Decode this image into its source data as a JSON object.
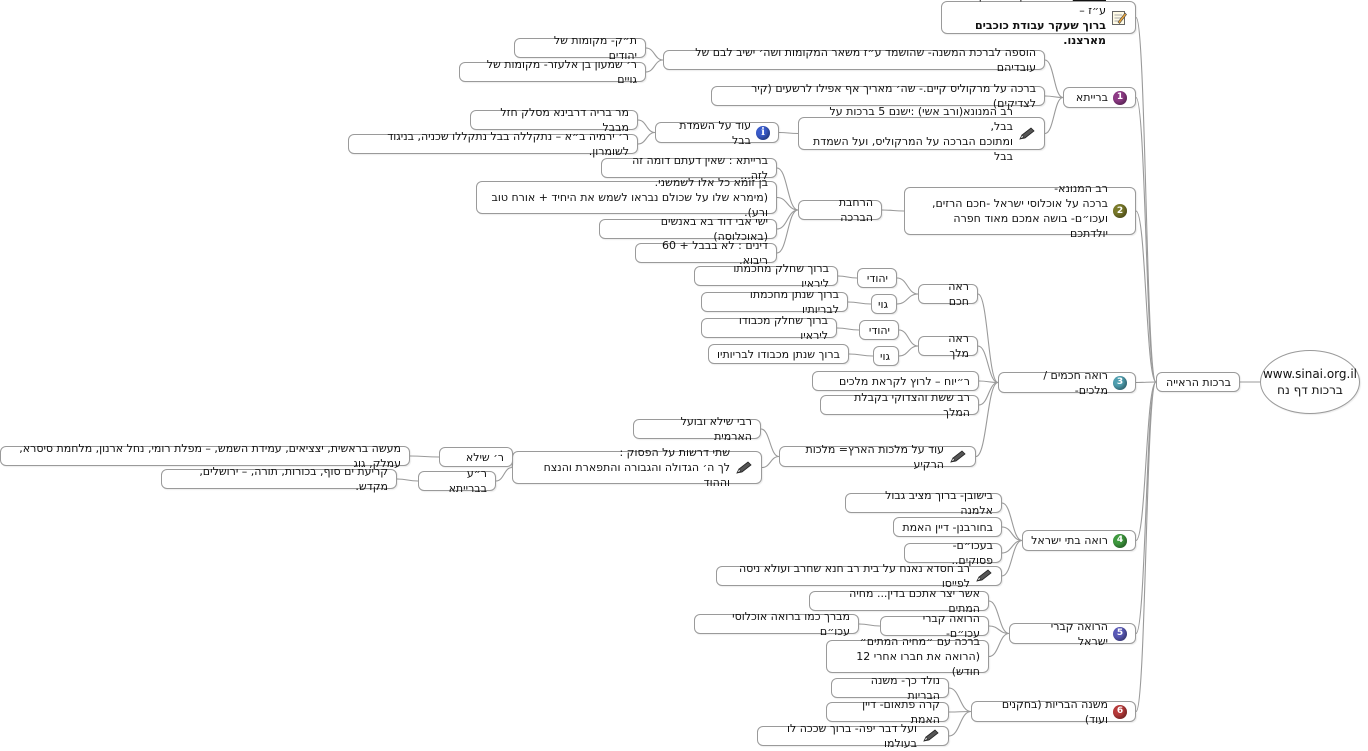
{
  "colors": {
    "line": "#9a9a9a",
    "pencil": "#555555",
    "num1": "#8e3a86",
    "num2": "#7a7a2a",
    "num3": "#4f9fb0",
    "num4": "#3f9a3f",
    "num5": "#5a5ab8",
    "num6": "#b83a3a",
    "info": "#3a5ccc"
  },
  "nodes": [
    {
      "id": "center",
      "text": "www.sinai.org.il\nברכות דף נח",
      "cls": "center"
    },
    {
      "id": "root",
      "text": "ברכות הראייה"
    },
    {
      "id": "top",
      "icon": "note-icon",
      "html": "<u>במשנה</u> - רואה מקום שנעקרה ע״ז –\n<b>ברוך שעקר עבודת כוכבים מארצנו.</b>"
    },
    {
      "id": "b1",
      "icon": "num",
      "num": "1",
      "color": "num1",
      "text": "ברייתא"
    },
    {
      "id": "b1a",
      "text": "הוספה לברכת המשנה- שהושמד ע״ז משאר המקומות ושה׳ ישיב לבם של עובדיהם"
    },
    {
      "id": "b1a1",
      "text": "ת״ק- מקומות של יהודים"
    },
    {
      "id": "b1a2",
      "text": "ר׳ שמעון בן אלעזר- מקומות של גויים"
    },
    {
      "id": "b1b",
      "text": "ברכה על מרקוליס קיים.- שה׳ מאריך אף אפילו לרשעים (קיר לצדיקים)"
    },
    {
      "id": "b1c",
      "icon": "pencil",
      "text": "רב המנונא(ורב אשי) :ישנם 5 ברכות על בבל,\nומתוכם הברכה על המרקוליס, ועל השמדת בבל"
    },
    {
      "id": "b1c1",
      "icon": "info",
      "text": "עוד על השמדת בבל"
    },
    {
      "id": "b1c1a",
      "text": "מר בריה דרבינא מסלק חזל מבבל"
    },
    {
      "id": "b1c1b",
      "text": "ר׳ ירמיה ב״א – נתקללה בבל נתקללו שכניה, בניגוד לשומרון."
    },
    {
      "id": "b2",
      "icon": "num",
      "num": "2",
      "color": "num2",
      "text": "רב המנונא-\nברכה על אוכלוסי ישראל -חכם הרזים,\nועכו״ם- בושה אמכם מאוד חפרה יולדתכם"
    },
    {
      "id": "b2a",
      "text": "הרחבת הברכה"
    },
    {
      "id": "b2a1",
      "text": "ברייתא : שאין דעתם דומה זה לזה..."
    },
    {
      "id": "b2a2",
      "text": "בן זומא כל אלו לשמשני.\n(מימרא שלו על שכולם נבראו לשמש את היחיד + אורח טוב ורע)."
    },
    {
      "id": "b2a3",
      "text": "ישי אבי דוד בא באנשים (באוכלוסה)"
    },
    {
      "id": "b2a4",
      "text": "דינים : לא בבבל + 60 ריבוא."
    },
    {
      "id": "b3",
      "icon": "num",
      "num": "3",
      "color": "num3",
      "text": "רואה חכמים / מלכים-"
    },
    {
      "id": "b3a",
      "text": "ראה חכם"
    },
    {
      "id": "b3a1",
      "text": "יהודי"
    },
    {
      "id": "b3a1a",
      "text": "ברוך שחלק מחכמתו ליראיו"
    },
    {
      "id": "b3a2",
      "text": "גוי"
    },
    {
      "id": "b3a2a",
      "text": "ברוך שנתן מחכמתו לבריותיו"
    },
    {
      "id": "b3b",
      "text": "ראה מלך"
    },
    {
      "id": "b3b1",
      "text": "יהודי"
    },
    {
      "id": "b3b1a",
      "text": "ברוך שחלק מכבודו ליראיו"
    },
    {
      "id": "b3b2",
      "text": "גוי"
    },
    {
      "id": "b3b2a",
      "text": "ברוך שנתן מכבודו לבריותיו"
    },
    {
      "id": "b3c",
      "text": "ר״יוח – לרוץ לקראת מלכים"
    },
    {
      "id": "b3d",
      "text": "רב ששת והצדוקי בקבלת המלך"
    },
    {
      "id": "b3e",
      "icon": "pencil",
      "text": "עוד על מלכות הארץ= מלכות הרקיע"
    },
    {
      "id": "b3e1",
      "text": "רבי שילא ובועל הארמית"
    },
    {
      "id": "b3e2",
      "icon": "pencil",
      "text": "שתי דרשות על הפסוק :\nלך ה׳ הגדולה והגבורה והתפארת והנצח וההוד"
    },
    {
      "id": "b3e2a",
      "text": "ר׳ שילא"
    },
    {
      "id": "b3e2a1",
      "text": "מעשה בראשית, יצציאים, עמידת השמש, – מפלת רומי, נחל ארנון, מלחמת סיסרא, עמלק, גוג"
    },
    {
      "id": "b3e2b",
      "text": "ר״ע בברייתא"
    },
    {
      "id": "b3e2b1",
      "text": "קריעת ים סוף, בכורות, תורה, – ירושלים, מקדש."
    },
    {
      "id": "b4",
      "icon": "num",
      "num": "4",
      "color": "num4",
      "text": "רואה בתי ישראל"
    },
    {
      "id": "b4a",
      "text": "בישובן- ברוך מציב גבול אלמנה"
    },
    {
      "id": "b4b",
      "text": "בחורבנן- דיין האמת"
    },
    {
      "id": "b4c",
      "text": "בעכו״ם- פסוקים.."
    },
    {
      "id": "b4d",
      "icon": "pencil",
      "text": "רב חסדא נאנח על בית רב חנא שחרב ועולא ניסה לפייסו"
    },
    {
      "id": "b5",
      "icon": "num",
      "num": "5",
      "color": "num5",
      "text": "הרואה קברי ישראל"
    },
    {
      "id": "b5a",
      "text": "אשר יצר אתכם בדין... מחיה המתים"
    },
    {
      "id": "b5b",
      "text": "הרואה קברי עכו״ם-"
    },
    {
      "id": "b5b1",
      "text": "מברך כמו ברואה אוכלוסי עכו״ם"
    },
    {
      "id": "b5c",
      "text": "ברכה עם ״מחיה המתים״\n(הרואה את חברו אחרי 12 חודש)"
    },
    {
      "id": "b6",
      "icon": "num",
      "num": "6",
      "color": "num6",
      "text": "משנה הבריות (בחקנים ועוד)"
    },
    {
      "id": "b6a",
      "text": "נולד כך- משנה הבריות"
    },
    {
      "id": "b6b",
      "text": "קרה פתאום- דיין האמת"
    },
    {
      "id": "b6c",
      "icon": "pencil",
      "text": "ועל דבר יפה- ברוך שככה לו בעולמו"
    }
  ]
}
